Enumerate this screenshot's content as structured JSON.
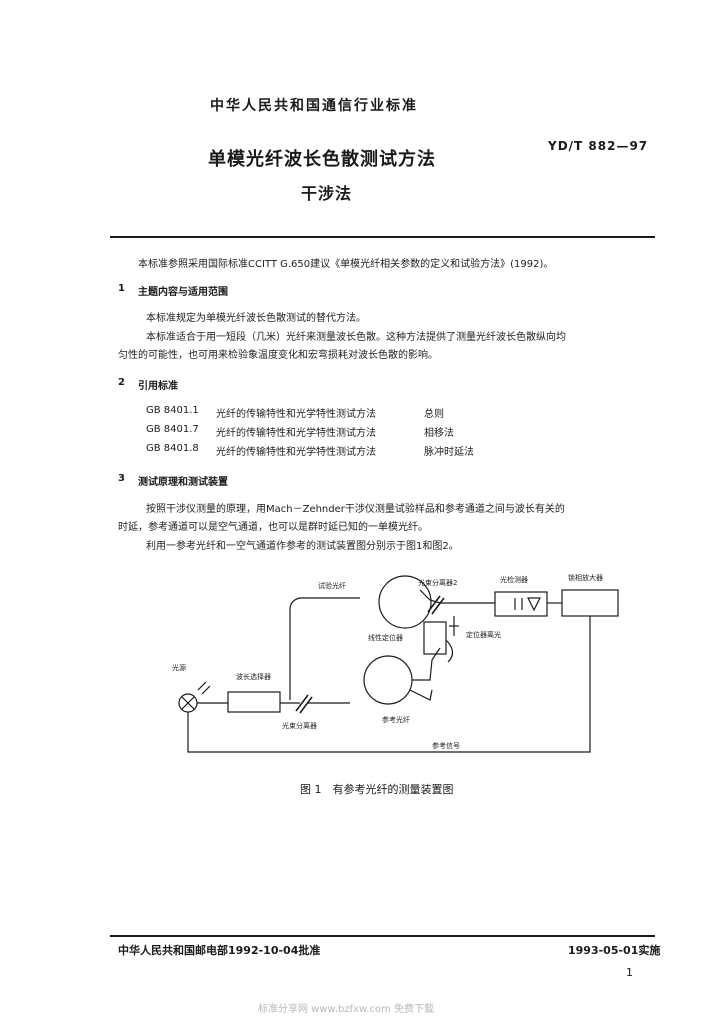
{
  "header": {
    "org": "中华人民共和国通信行业标准",
    "standard_no": "YD/T 882—97",
    "title": "单模光纤波长色散测试方法",
    "subtitle": "干涉法"
  },
  "intro": "本标准参照采用国际标准CCITT G.650建议《单模光纤相关参数的定义和试验方法》(1992)。",
  "sections": [
    {
      "num": "1",
      "title": "主题内容与适用范围",
      "paragraphs": [
        "本标准规定为单模光纤波长色散测试的替代方法。",
        "本标准适合于用一短段（几米）光纤来测量波长色散。这种方法提供了测量光纤波长色散纵向均",
        "匀性的可能性，也可用来检验象温度变化和宏弯损耗对波长色散的影响。"
      ]
    },
    {
      "num": "2",
      "title": "引用标准",
      "refs": [
        {
          "code": "GB 8401.1",
          "desc": "光纤的传输特性和光学特性测试方法",
          "part": "总则"
        },
        {
          "code": "GB 8401.7",
          "desc": "光纤的传输特性和光学特性测试方法",
          "part": "相移法"
        },
        {
          "code": "GB 8401.8",
          "desc": "光纤的传输特性和光学特性测试方法",
          "part": "脉冲时延法"
        }
      ]
    },
    {
      "num": "3",
      "title": "测试原理和测试装置",
      "paragraphs": [
        "按照干涉仪测量的原理，用Mach－Zehnder干涉仪测量试验样品和参考通道之间与波长有关的",
        "时延，参考通道可以是空气通道，也可以是群时延已知的一单模光纤。",
        "利用一参考光纤和一空气通道作参考的测试装置图分别示于图1和图2。"
      ]
    }
  ],
  "diagram": {
    "labels": {
      "light_source": "光源",
      "wavelength_selector": "波长选择器",
      "splitter_1": "光束分离器",
      "test_fiber": "试验光纤",
      "splitter_2": "光束分离器2",
      "photodetector": "光检测器",
      "lockin_amp": "锁相放大器",
      "linear_positioner": "线性定位器",
      "ref_fiber": "参考光纤",
      "mirror_stage": "定位器离光",
      "ref_signal": "参考信号"
    }
  },
  "figure_caption": "图 1　有参考光纤的测量装置图",
  "footer": {
    "approved": "中华人民共和国邮电部1992-10-04批准",
    "effective": "1993-05-01实施",
    "page": "1"
  },
  "watermark": "标准分享网 www.bzfxw.com 免费下载",
  "colors": {
    "ink": "#1a1a1a",
    "watermark": "#b8b8b8"
  }
}
